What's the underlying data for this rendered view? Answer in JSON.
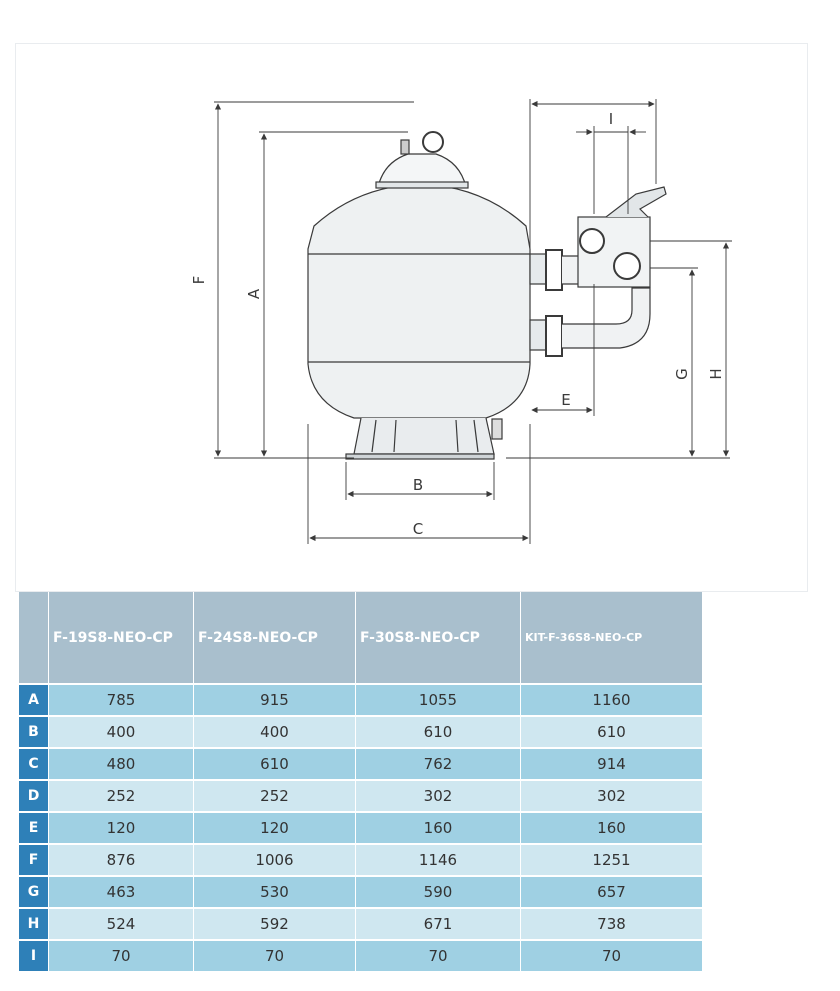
{
  "drawing": {
    "labels": {
      "A": "A",
      "B": "B",
      "C": "C",
      "E": "E",
      "F": "F",
      "G": "G",
      "H": "H",
      "I": "I"
    },
    "colors": {
      "line": "#3a3a3a",
      "tank_fill": "#eef1f2"
    }
  },
  "table": {
    "headers": [
      "F-19S8-NEO-CP",
      "F-24S8-NEO-CP",
      "F-30S8-NEO-CP",
      "KIT-F-36S8-NEO-CP"
    ],
    "rows": [
      {
        "label": "A",
        "values": [
          "785",
          "915",
          "1055",
          "1160"
        ]
      },
      {
        "label": "B",
        "values": [
          "400",
          "400",
          "610",
          "610"
        ]
      },
      {
        "label": "C",
        "values": [
          "480",
          "610",
          "762",
          "914"
        ]
      },
      {
        "label": "D",
        "values": [
          "252",
          "252",
          "302",
          "302"
        ]
      },
      {
        "label": "E",
        "values": [
          "120",
          "120",
          "160",
          "160"
        ]
      },
      {
        "label": "F",
        "values": [
          "876",
          "1006",
          "1146",
          "1251"
        ]
      },
      {
        "label": "G",
        "values": [
          "463",
          "530",
          "590",
          "657"
        ]
      },
      {
        "label": "H",
        "values": [
          "524",
          "592",
          "671",
          "738"
        ]
      },
      {
        "label": "I",
        "values": [
          "70",
          "70",
          "70",
          "70"
        ]
      }
    ],
    "colors": {
      "header": "#a9bfcd",
      "label": "#2e80b8",
      "row_dark": "#9fd0e3",
      "row_light": "#cfe7f0"
    }
  }
}
